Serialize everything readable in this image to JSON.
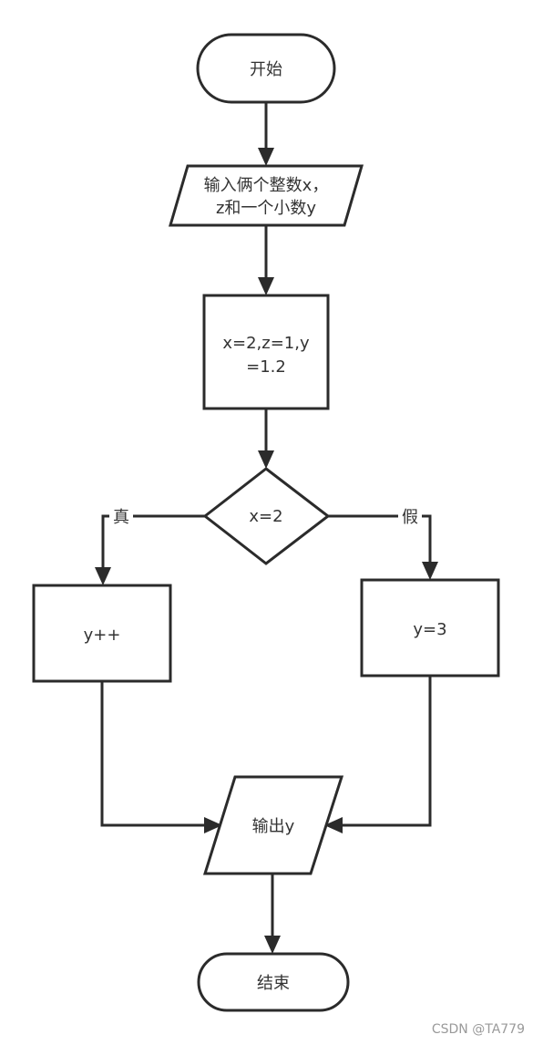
{
  "diagram": {
    "nodes": {
      "start": {
        "label": "开始"
      },
      "input": {
        "label_line1": "输入俩个整数x，",
        "label_line2": "z和一个小数y"
      },
      "assign": {
        "label_line1": "x=2,z=1,y",
        "label_line2": "=1.2"
      },
      "decision": {
        "label": "x=2"
      },
      "true_branch": {
        "label": "y++"
      },
      "false_branch": {
        "label": "y=3"
      },
      "output": {
        "label": "输出y"
      },
      "end": {
        "label": "结束"
      }
    },
    "edges": {
      "true_label": "真",
      "false_label": "假"
    },
    "colors": {
      "stroke": "#2b2b2b",
      "text": "#333333",
      "background": "#ffffff"
    }
  },
  "watermark": {
    "text": "CSDN @TA779"
  }
}
